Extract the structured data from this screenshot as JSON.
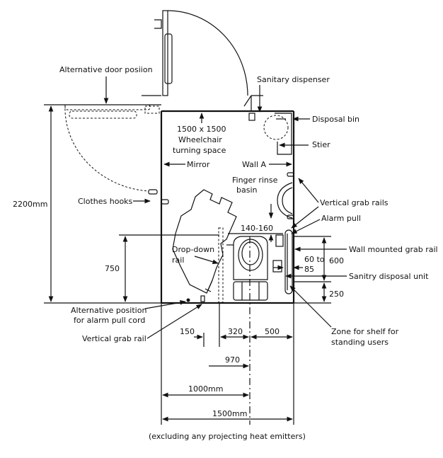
{
  "labels": {
    "alt_door": "Alternative door posiion",
    "sanitary_dispenser": "Sanitary dispenser",
    "disposal_bin": "Disposal bin",
    "turning_1": "1500 x 1500",
    "turning_2": "Wheelchair",
    "turning_3": "turning space",
    "stier": "Stier",
    "mirror": "Mirror",
    "wall_a": "Wall A",
    "finger_1": "Finger rinse",
    "finger_2": "basin",
    "vertical_grab_rails": "Vertical grab rails",
    "dim_2200": "2200mm",
    "clothes_hooks": "Clothes hooks",
    "alarm_pull": "Alarm pull",
    "dim_140_160": "140-160",
    "wall_grab_rail": "Wall mounted grab rail",
    "dropdown_1": "Drop-down",
    "dropdown_2": "rail",
    "dim_60_to": "60 to",
    "dim_85": "85",
    "dim_600": "600",
    "dim_750": "750",
    "sanitary_disposal": "Sanitry disposal unit",
    "dim_250": "250",
    "alt_alarm_1": "Alternative position",
    "alt_alarm_2": "for alarm pull cord",
    "vertical_grab_rail": "Vertical grab rail",
    "dim_150": "150",
    "dim_320": "320",
    "dim_500": "500",
    "zone_1": "Zone for shelf for",
    "zone_2": "standing users",
    "dim_970": "970",
    "dim_1000": "1000mm",
    "dim_1500": "1500mm",
    "footnote": "(excluding any projecting heat emitters)"
  }
}
